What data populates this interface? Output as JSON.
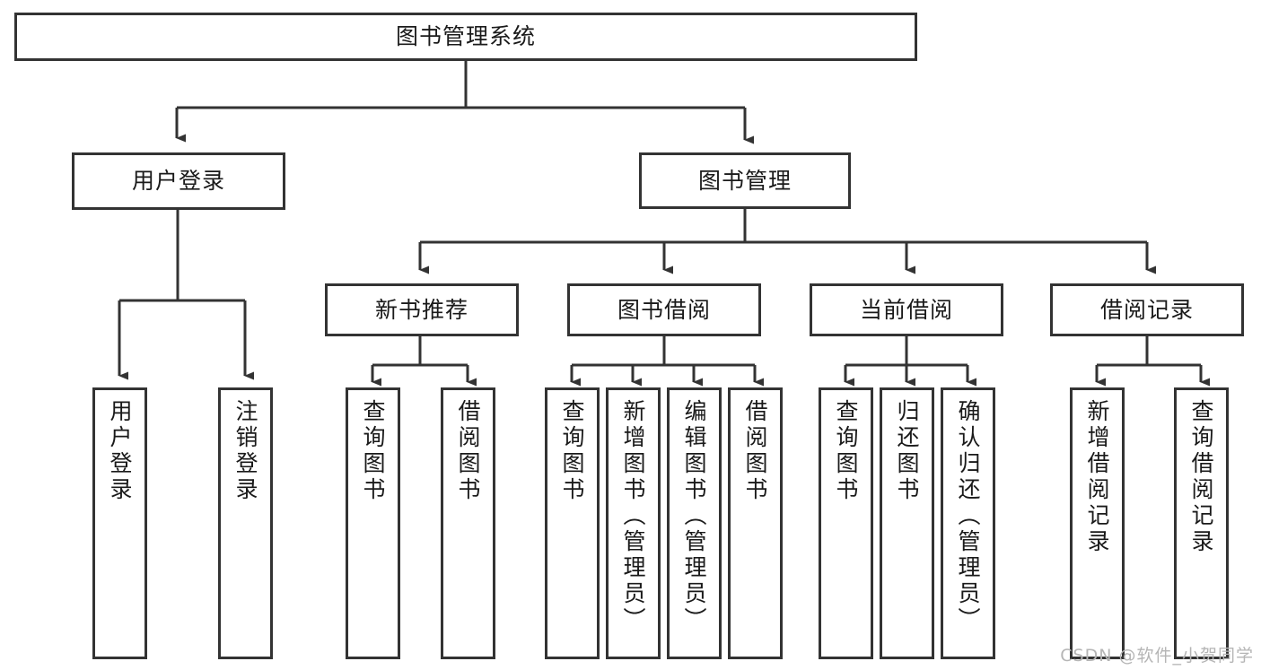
{
  "diagram": {
    "title": "图书管理系统",
    "type": "tree-hierarchy-chart",
    "watermark": "CSDN @软件_小贺同学",
    "stroke_color": "#333333",
    "fill_color": "#ffffff",
    "text_color": "#1a1a1a",
    "root": {
      "label": "图书管理系统",
      "orientation": "horizontal"
    },
    "level2": [
      {
        "label": "用户登录",
        "orientation": "horizontal"
      },
      {
        "label": "图书管理",
        "orientation": "horizontal"
      }
    ],
    "level3": [
      {
        "label": "新书推荐",
        "orientation": "horizontal"
      },
      {
        "label": "图书借阅",
        "orientation": "horizontal"
      },
      {
        "label": "当前借阅",
        "orientation": "horizontal"
      },
      {
        "label": "借阅记录",
        "orientation": "horizontal"
      }
    ],
    "leaves": {
      "user_login": [
        {
          "label": "用户登录",
          "orientation": "vertical"
        },
        {
          "label": "注销登录",
          "orientation": "vertical"
        }
      ],
      "new_book_recommend": [
        {
          "label": "查询图书",
          "orientation": "vertical"
        },
        {
          "label": "借阅图书",
          "orientation": "vertical"
        }
      ],
      "book_borrow": [
        {
          "label": "查询图书",
          "orientation": "vertical"
        },
        {
          "label": "新增图书（管理员）",
          "orientation": "vertical"
        },
        {
          "label": "编辑图书（管理员）",
          "orientation": "vertical"
        },
        {
          "label": "借阅图书",
          "orientation": "vertical"
        }
      ],
      "current_borrow": [
        {
          "label": "查询图书",
          "orientation": "vertical"
        },
        {
          "label": "归还图书",
          "orientation": "vertical"
        },
        {
          "label": "确认归还（管理员）",
          "orientation": "vertical"
        }
      ],
      "borrow_record": [
        {
          "label": "新增借阅记录",
          "orientation": "vertical"
        },
        {
          "label": "查询借阅记录",
          "orientation": "vertical"
        }
      ]
    }
  }
}
